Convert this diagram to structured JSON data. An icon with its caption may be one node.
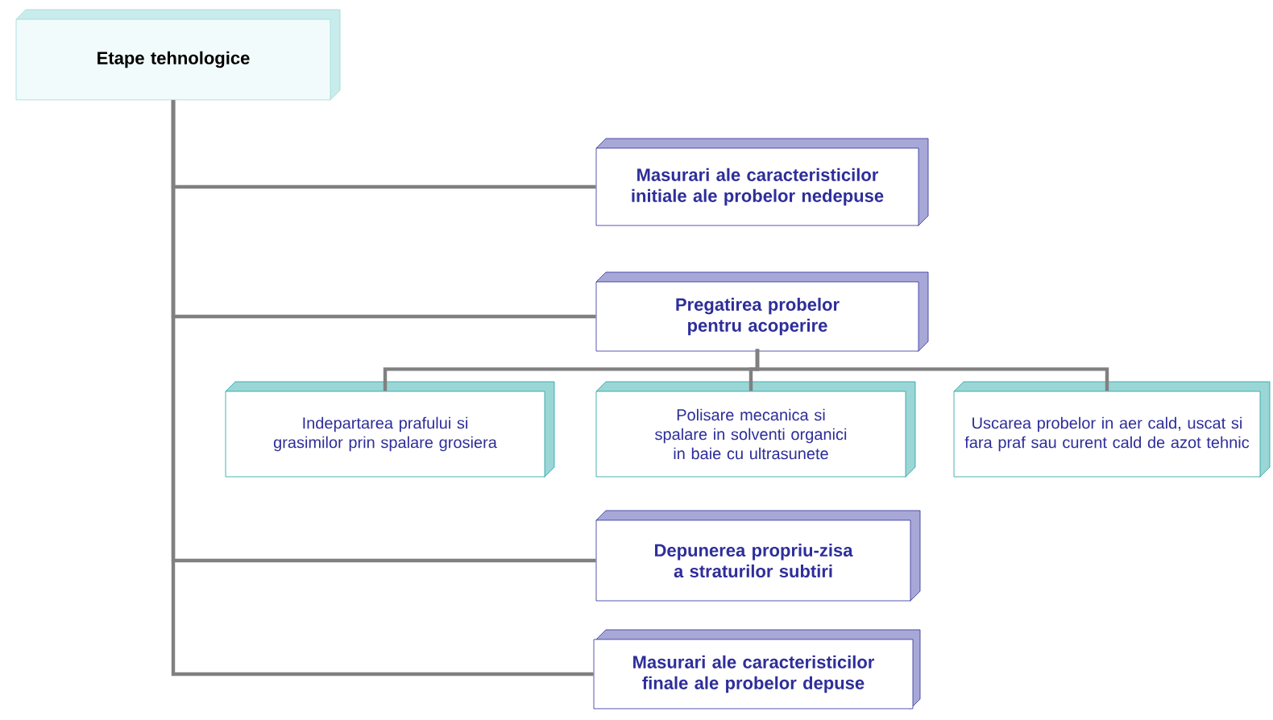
{
  "diagram": {
    "nodes": [
      {
        "text": [
          "Etape tehnologice"
        ]
      },
      {
        "text": [
          "Masurari ale caracteristicilor initiale ale probelor nedepuse"
        ]
      },
      {
        "text": [
          "Pregatirea probelor pentru acoperire"
        ]
      },
      {
        "text": [
          "Indepartarea prafului si grasimilor prin spalare grosiera"
        ]
      },
      {
        "text": [
          "Polisare mecanica si spalare in solventi organici in baie cu ultrasunete"
        ]
      },
      {
        "text": [
          "Uscarea probelor in aer cald, uscat si fara praf sau curent cald de azot tehnic"
        ]
      },
      {
        "text": [
          "Depunerea propriu-zisa a straturilor subtiri"
        ]
      },
      {
        "text": [
          "Masurari ale caracteristicilor finale ale probelor depuse"
        ]
      }
    ],
    "edges": [
      {
        "from": 0,
        "to": 1,
        "arrow": "none"
      },
      {
        "from": 0,
        "to": 2,
        "arrow": "none"
      },
      {
        "from": 2,
        "to": 3,
        "arrow": "none"
      },
      {
        "from": 2,
        "to": 4,
        "arrow": "none"
      },
      {
        "from": 2,
        "to": 5,
        "arrow": "none"
      },
      {
        "from": 0,
        "to": 6,
        "arrow": "none"
      },
      {
        "from": 0,
        "to": 7,
        "arrow": "none"
      }
    ]
  }
}
